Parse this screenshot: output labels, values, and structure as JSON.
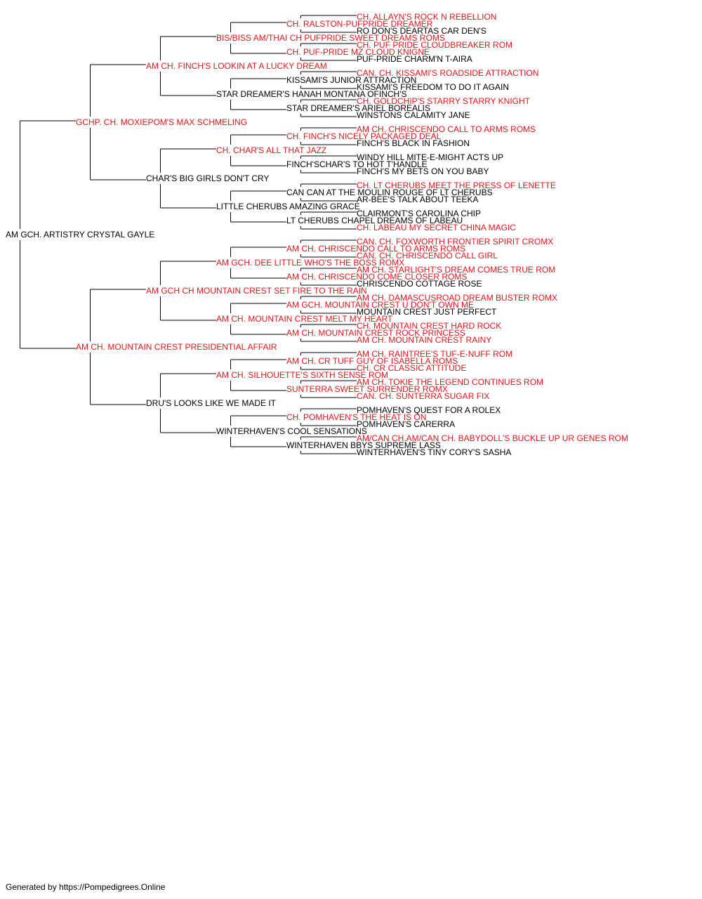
{
  "colors": {
    "champion_text": "#e8151b",
    "plain_text": "#000000",
    "connector": "#000000"
  },
  "pedigree": {
    "name": "AM GCH. ARTISTRY CRYSTAL GAYLE",
    "champion": false,
    "sire": {
      "name": "GCHP. CH. MOXIEPOM'S MAX SCHMELING",
      "champion": true,
      "sire": {
        "name": "AM CH. FINCH'S LOOKIN AT A LUCKY DREAM",
        "champion": true,
        "sire": {
          "name": "BIS/BISS AM/THAI CH PUFPRIDE SWEET DREAMS ROMS",
          "champion": true,
          "sire": {
            "name": "CH. RALSTON-PUFPRIDE DREAMER",
            "champion": true,
            "sire": {
              "name": "CH. ALLAYN'S ROCK N REBELLION",
              "champion": true
            },
            "dam": {
              "name": "RO DON'S DEARTAS CAR DEN'S",
              "champion": false
            }
          },
          "dam": {
            "name": "CH. PUF-PRIDE MZ CLOUD KNIGNE",
            "champion": true,
            "sire": {
              "name": "CH. PUF PRIDE CLOUDBREAKER ROM",
              "champion": true
            },
            "dam": {
              "name": "PUF-PRIDE CHARM'N T-AIRA",
              "champion": false
            }
          }
        },
        "dam": {
          "name": "STAR DREAMER'S HANAH MONTANA OFINCH'S",
          "champion": false,
          "sire": {
            "name": "KISSAMI'S JUNIOR ATTRACTION",
            "champion": false,
            "sire": {
              "name": "CAN. CH. KISSAMI'S ROADSIDE ATTRACTION",
              "champion": true
            },
            "dam": {
              "name": "KISSAMI'S FREEDOM TO DO IT AGAIN",
              "champion": false
            }
          },
          "dam": {
            "name": "STAR DREAMER'S ARIEL BOREALIS",
            "champion": false,
            "sire": {
              "name": "CH. GOLDCHIP'S STARRY STARRY KNIGHT",
              "champion": true
            },
            "dam": {
              "name": "WINSTONS CALAMITY JANE",
              "champion": false
            }
          }
        }
      },
      "dam": {
        "name": "CHAR'S BIG GIRLS DON'T CRY",
        "champion": false,
        "sire": {
          "name": "CH. CHAR'S ALL THAT JAZZ",
          "champion": true,
          "sire": {
            "name": "CH. FINCH'S NICELY PACKAGED DEAL",
            "champion": true,
            "sire": {
              "name": "AM CH. CHRISCENDO CALL TO ARMS ROMS",
              "champion": true
            },
            "dam": {
              "name": "FINCH'S BLACK IN FASHION",
              "champion": false
            }
          },
          "dam": {
            "name": "FINCH'SCHAR'S TO HOT T'HANDLE",
            "champion": false,
            "sire": {
              "name": "WINDY HILL MITE-E-MIGHT ACTS UP",
              "champion": false
            },
            "dam": {
              "name": "FINCH'S MY BETS ON YOU BABY",
              "champion": false
            }
          }
        },
        "dam": {
          "name": "LITTLE CHERUBS AMAZING GRACE",
          "champion": false,
          "sire": {
            "name": "CAN CAN AT THE MOULIN ROUGE OF LT CHERUBS",
            "champion": false,
            "sire": {
              "name": "CH. LT CHERUBS MEET THE PRESS OF LENETTE",
              "champion": true
            },
            "dam": {
              "name": "AR-BEE'S TALK ABOUT TEEKA",
              "champion": false
            }
          },
          "dam": {
            "name": "LT CHERUBS CHAPEL DREAMS OF LABEAU",
            "champion": false,
            "sire": {
              "name": "CLAIRMONT'S CAROLINA CHIP",
              "champion": false
            },
            "dam": {
              "name": "CH. LABEAU MY SECRET CHINA MAGIC",
              "champion": true
            }
          }
        }
      }
    },
    "dam": {
      "name": "AM CH. MOUNTAIN CREST PRESIDENTIAL AFFAIR",
      "champion": true,
      "sire": {
        "name": "AM GCH CH MOUNTAIN CREST SET FIRE TO THE RAIN",
        "champion": true,
        "sire": {
          "name": "AM GCH. DEE LITTLE WHO'S THE BOSS ROMX",
          "champion": true,
          "sire": {
            "name": "AM CH. CHRISCENDO CALL TO ARMS ROMS",
            "champion": true,
            "sire": {
              "name": "CAN. CH. FOXWORTH FRONTIER SPIRIT CROMX",
              "champion": true
            },
            "dam": {
              "name": "CAN. CH. CHRISCENDO CALL GIRL",
              "champion": true
            }
          },
          "dam": {
            "name": "AM CH. CHRISCENDO COME CLOSER ROMS",
            "champion": true,
            "sire": {
              "name": "AM CH. STARLIGHT'S DREAM COMES TRUE ROM",
              "champion": true
            },
            "dam": {
              "name": "CHRISCENDO COTTAGE ROSE",
              "champion": false
            }
          }
        },
        "dam": {
          "name": "AM CH. MOUNTAIN CREST MELT MY HEART",
          "champion": true,
          "sire": {
            "name": "AM GCH. MOUNTAIN CREST U DON'T OWN ME",
            "champion": true,
            "sire": {
              "name": "AM CH. DAMASCUSROAD DREAM BUSTER ROMX",
              "champion": true
            },
            "dam": {
              "name": "MOUNTAIN CREST JUST PERFECT",
              "champion": false
            }
          },
          "dam": {
            "name": "AM CH. MOUNTAIN CREST ROCK PRINCESS",
            "champion": true,
            "sire": {
              "name": "CH. MOUNTAIN CREST HARD ROCK",
              "champion": true
            },
            "dam": {
              "name": "AM CH. MOUNTAIN CREST RAINY",
              "champion": true
            }
          }
        }
      },
      "dam": {
        "name": "DRU'S LOOKS LIKE WE MADE IT",
        "champion": false,
        "sire": {
          "name": "AM CH. SILHOUETTE'S SIXTH SENSE ROM",
          "champion": true,
          "sire": {
            "name": "AM CH. CR TUFF GUY OF ISABELLA ROMS",
            "champion": true,
            "sire": {
              "name": "AM CH. RAINTREE'S TUF-E-NUFF ROM",
              "champion": true
            },
            "dam": {
              "name": "CH. CR CLASSIC ATTITUDE",
              "champion": true
            }
          },
          "dam": {
            "name": "SUNTERRA SWEET SURRENDER ROMX",
            "champion": true,
            "sire": {
              "name": "AM CH. TOKIE THE LEGEND CONTINUES ROM",
              "champion": true
            },
            "dam": {
              "name": "CAN. CH. SUNTERRA SUGAR FIX",
              "champion": true
            }
          }
        },
        "dam": {
          "name": "WINTERHAVEN'S COOL SENSATIONS",
          "champion": false,
          "sire": {
            "name": "CH. POMHAVEN'S THE HEAT IS ON",
            "champion": true,
            "sire": {
              "name": "POMHAVEN'S QUEST FOR A ROLEX",
              "champion": false
            },
            "dam": {
              "name": "POMHAVEN'S CARERRA",
              "champion": false
            }
          },
          "dam": {
            "name": "WINTERHAVEN BBYS SUPREME LASS",
            "champion": false,
            "sire": {
              "name": "AM/CAN CH.AM/CAN CH. BABYDOLL'S BUCKLE UP UR GENES ROM",
              "champion": true
            },
            "dam": {
              "name": "WINTERHAVEN'S TINY CORY'S SASHA",
              "champion": false
            }
          }
        }
      }
    }
  },
  "footer": {
    "text": "Generated by https://Pompedigrees.Online"
  }
}
